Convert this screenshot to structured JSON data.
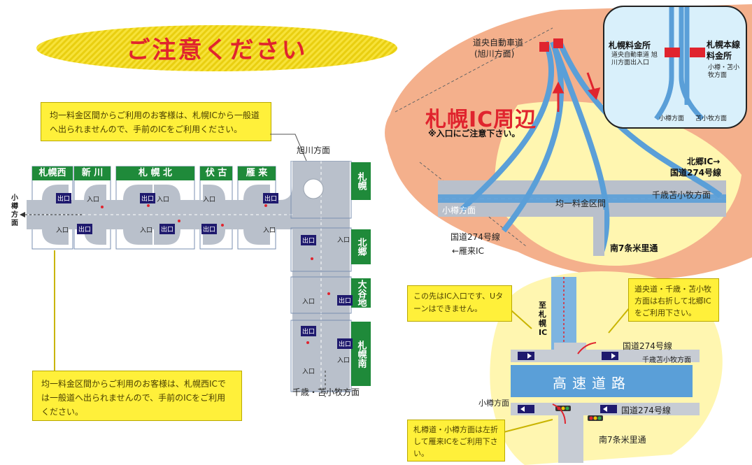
{
  "title": "ご注意ください",
  "notes": {
    "top": "均一料金区間からご利用のお客様は、札幌ICから一般道へ出られませんので、手前のICをご利用ください。",
    "bottom": "均一料金区間からご利用のお客様は、札幌西ICでは一般道へ出られませんので、手前のICをご利用ください。",
    "right1": "この先はIC入口です、Uターンはできません。",
    "right2": "道央道・千歳・苫小牧方面は右折して北郷ICをご利用下さい。",
    "right3": "札樽道・小樽方面は左折して雁来ICをご利用下さい。"
  },
  "stations_horizontal": [
    "札幌西",
    "新 川",
    "札 幌 北",
    "伏 古",
    "雁 来"
  ],
  "stations_vertical": [
    "札幌",
    "北郷",
    "大谷地",
    "札幌南"
  ],
  "left_direction": "小樽方面",
  "direction_asahikawa": "旭川方面",
  "direction_chitose": "千歳・苫小牧方面",
  "exit_label": "出口",
  "entry_label": "入口",
  "area": {
    "title": "札幌IC周辺",
    "subtitle": "※入口にご注意下さい。",
    "expressway": "道央自動車道",
    "expressway_dir": "(旭川方面)",
    "kitago_ic": "北郷IC→",
    "route274": "国道274号線",
    "chitose_dir": "千歳苫小牧方面",
    "otaru_dir": "小樽方面",
    "flat_zone": "均一料金区間",
    "route274_left": "国道274号線",
    "kariki_ic": "←雁来IC",
    "minami7": "南7条米里通"
  },
  "inset": {
    "toll1": "札幌料金所",
    "toll1_note": "道央自動車道 旭川方面出入口",
    "toll2": "札幌本線料金所",
    "toll2_note": "小樽・苫小牧方面",
    "dir_otaru": "小樽方面",
    "dir_tomakomai": "苫小牧方面"
  },
  "detail": {
    "to_sapporo_ic": "至札幌IC",
    "highway": "高速道路",
    "route274_top": "国道274号線",
    "chitose_dir": "千歳苫小牧方面",
    "otaru_dir": "小樽方面",
    "route274_bottom": "国道274号線",
    "minami7": "南7条米里通"
  }
}
